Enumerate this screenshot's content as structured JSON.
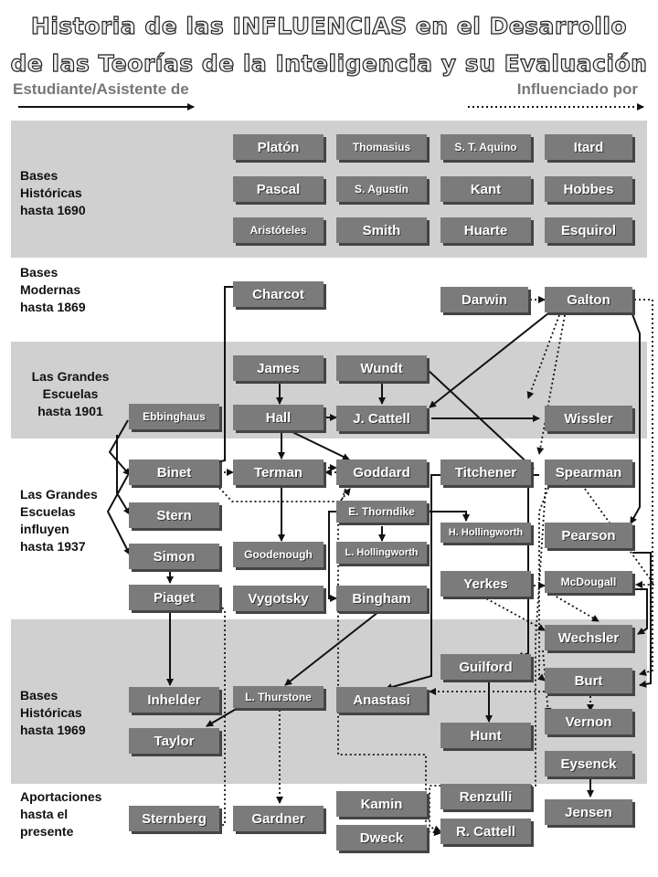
{
  "title": {
    "line1": "Historia de las INFLUENCIAS en el Desarrollo",
    "line2": "de las Teorías de la Inteligencia y su Evaluación"
  },
  "legend": {
    "student_label": "Estudiante/Asistente de",
    "influenced_label": "Influenciado por"
  },
  "eras": {
    "bases_historicas_1690": "Bases\nHistóricas\nhasta 1690",
    "bases_modernas_1869": "Bases\nModernas\nhasta 1869",
    "grandes_escuelas_1901": "Las Grandes\nEscuelas\nhasta 1901",
    "grandes_escuelas_influyen_1937": "Las Grandes\nEscuelas\ninfluyen\nhasta 1937",
    "bases_historicas_1969": "Bases\nHistóricas\nhasta 1969",
    "aportaciones_presente": "Aportaciones\nhasta el\npresente"
  },
  "nodes": {
    "platon": "Platón",
    "thomasius": "Thomasius",
    "aquino": "S. T. Aquino",
    "itard": "Itard",
    "pascal": "Pascal",
    "agustin": "S. Agustín",
    "kant": "Kant",
    "hobbes": "Hobbes",
    "aristoteles": "Aristóteles",
    "smith": "Smith",
    "huarte": "Huarte",
    "esquirol": "Esquirol",
    "charcot": "Charcot",
    "darwin": "Darwin",
    "galton": "Galton",
    "james": "James",
    "wundt": "Wundt",
    "ebbinghaus": "Ebbinghaus",
    "hall": "Hall",
    "jcattell": "J. Cattell",
    "wissler": "Wissler",
    "binet": "Binet",
    "terman": "Terman",
    "goddard": "Goddard",
    "titchener": "Titchener",
    "spearman": "Spearman",
    "stern": "Stern",
    "ethorndike": "E. Thorndike",
    "hhollingworth": "H. Hollingworth",
    "pearson": "Pearson",
    "simon": "Simon",
    "goodenough": "Goodenough",
    "lhollingworth": "L. Hollingworth",
    "yerkes": "Yerkes",
    "mcdougall": "McDougall",
    "piaget": "Piaget",
    "vygotsky": "Vygotsky",
    "bingham": "Bingham",
    "wechsler": "Wechsler",
    "guilford": "Guilford",
    "burt": "Burt",
    "inhelder": "Inhelder",
    "lthurstone": "L. Thurstone",
    "anastasi": "Anastasi",
    "vernon": "Vernon",
    "taylor": "Taylor",
    "hunt": "Hunt",
    "eysenck": "Eysenck",
    "renzulli": "Renzulli",
    "jensen": "Jensen",
    "sternberg": "Sternberg",
    "gardner": "Gardner",
    "kamin": "Kamin",
    "dweck": "Dweck",
    "rcattell": "R. Cattell"
  }
}
